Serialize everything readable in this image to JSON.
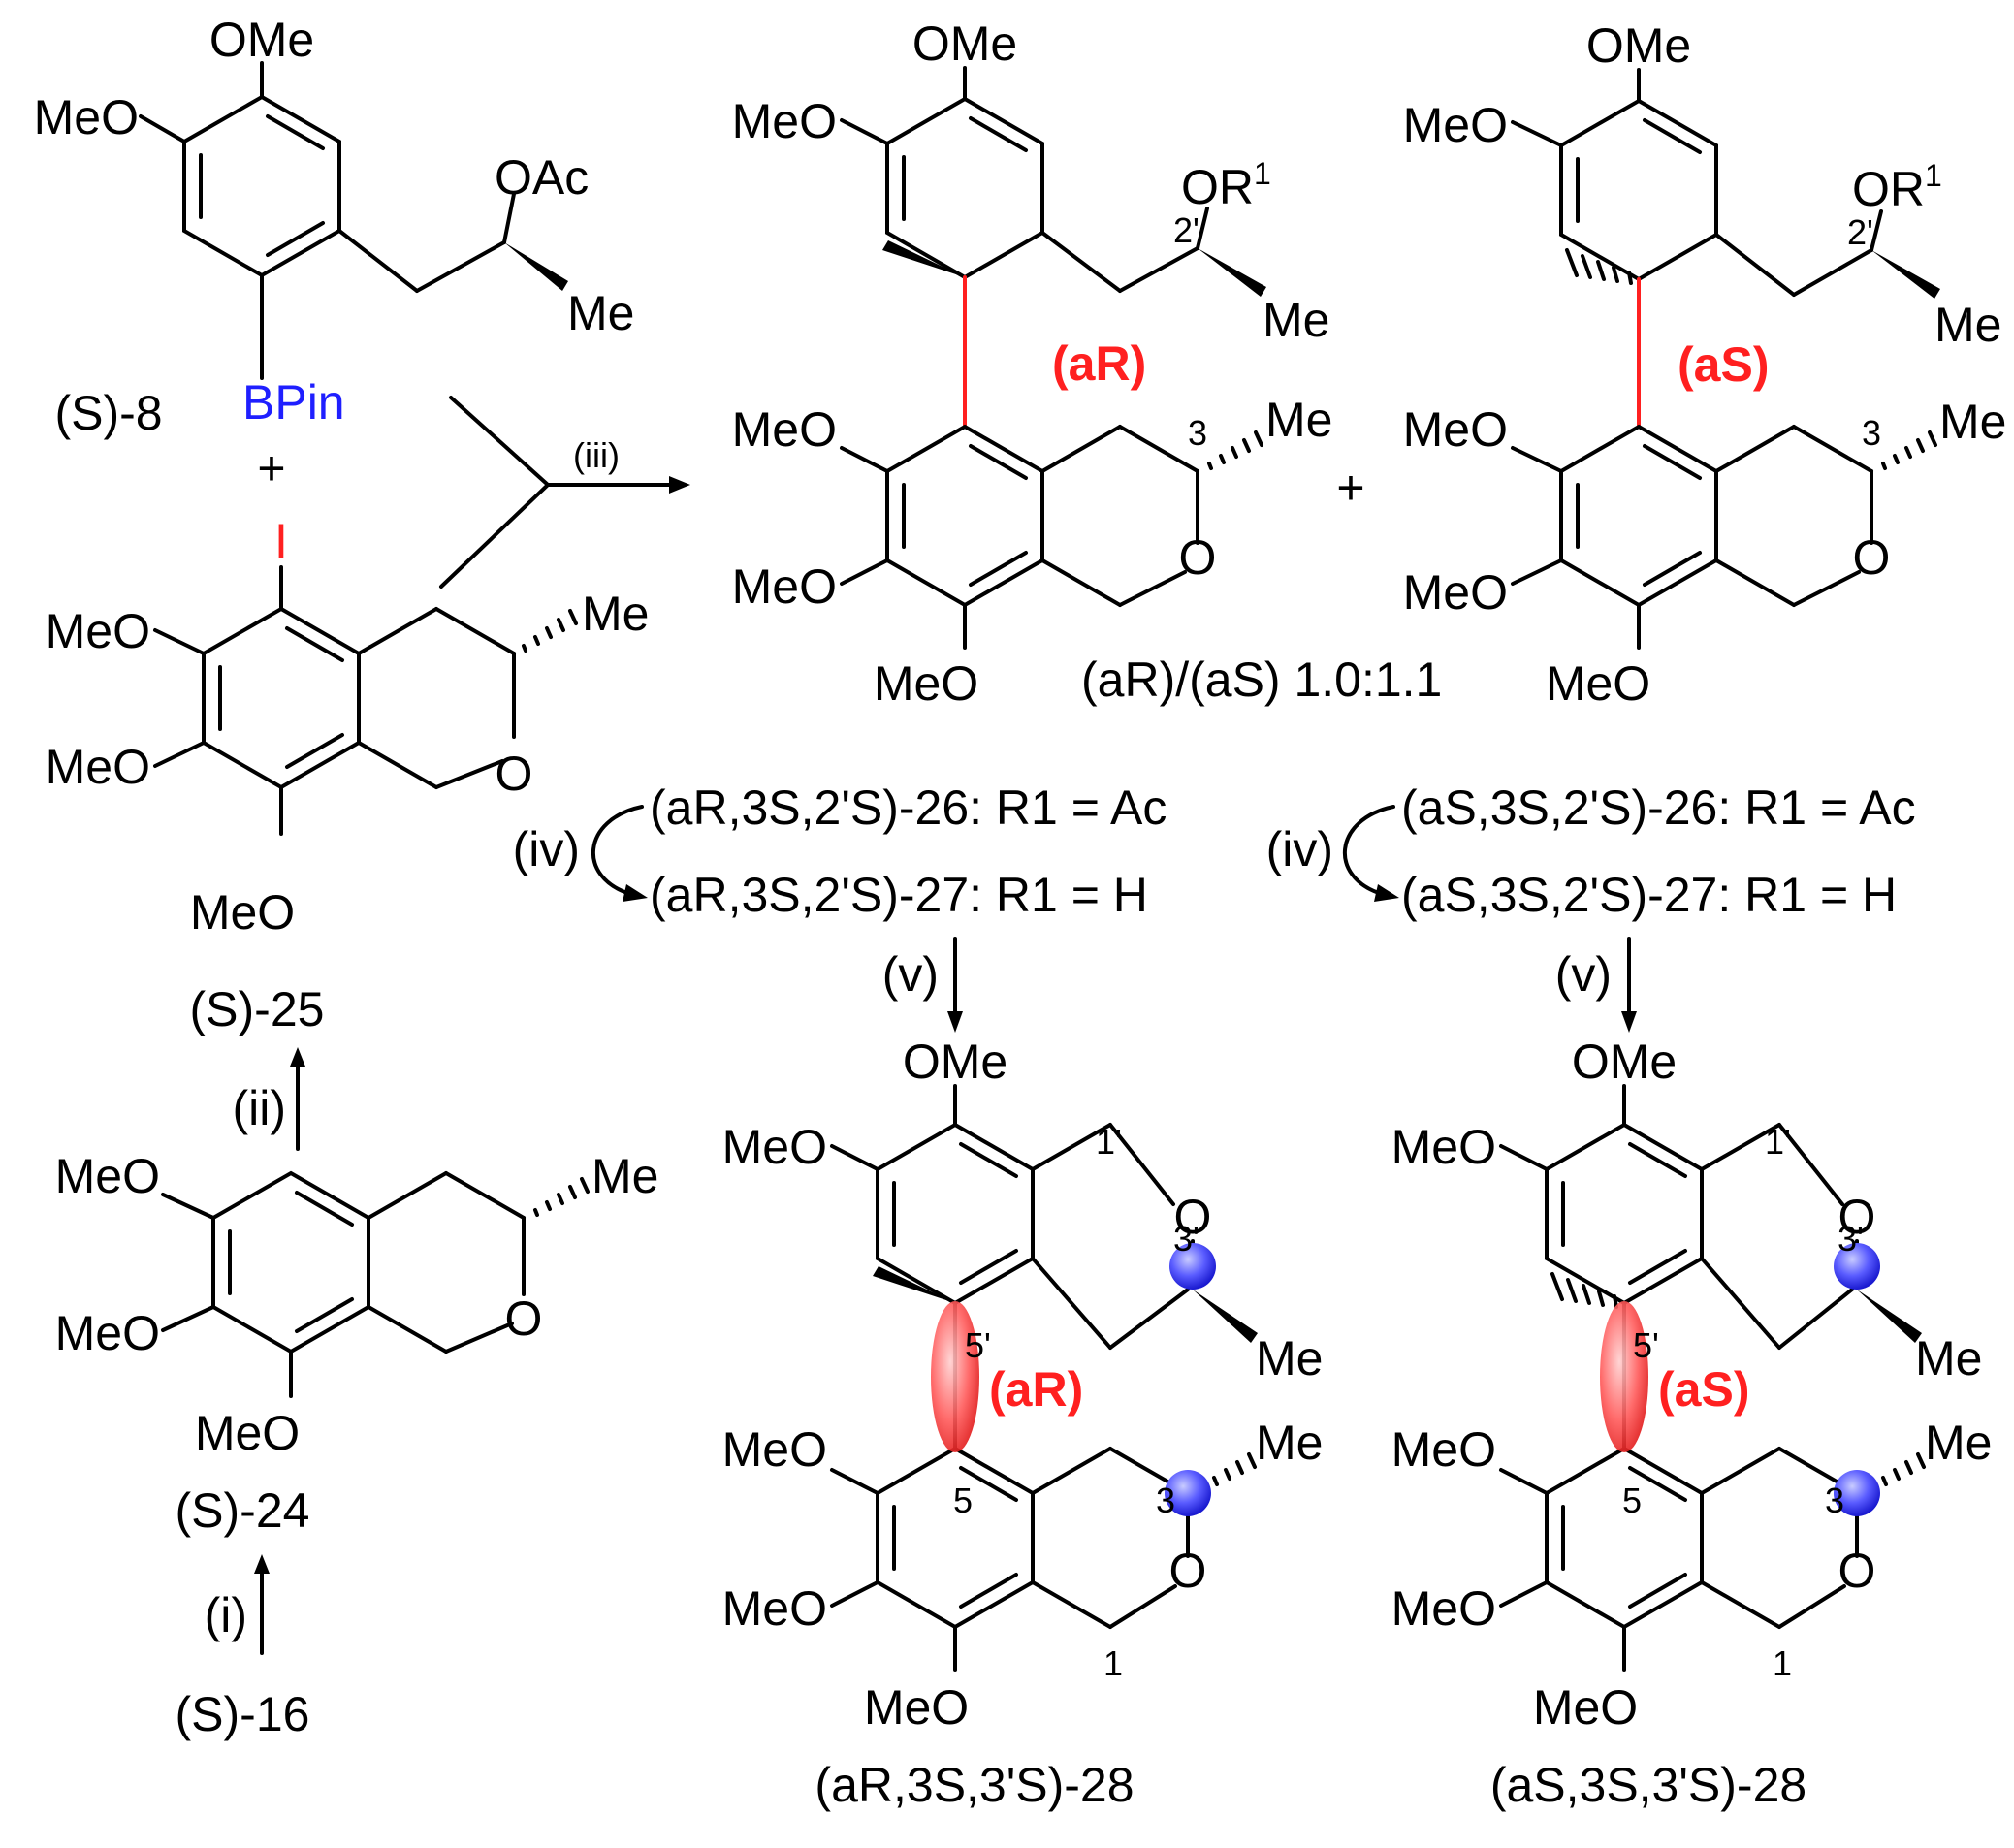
{
  "labels": {
    "ome": "OMe",
    "meo": "MeO",
    "me": "Me",
    "oac": "OAc",
    "or": "OR",
    "o": "O",
    "sup1": "1",
    "bpin": "BPin",
    "iodo": "I",
    "plus": "+"
  },
  "atom_numbers": {
    "n1": "1",
    "n1p": "1'",
    "n2p": "2'",
    "n3": "3",
    "n3p": "3'",
    "n5": "5",
    "n5p": "5'"
  },
  "axial_labels": {
    "aR": "aR",
    "aS": "aS"
  },
  "reagents": {
    "i": "(i)",
    "ii": "(ii)",
    "iii": "(iii)",
    "iv": "(iv)",
    "v": "(v)"
  },
  "compounds": {
    "c8": "(S)-8",
    "c25": "(S)-25",
    "c24": "(S)-24",
    "c16": "(S)-16",
    "ratio": "(aR)/(aS) 1.0:1.1",
    "c26_aR": "(aR,3S,2'S)-26: R1 = Ac",
    "c27_aR": "(aR,3S,2'S)-27: R1 = H",
    "c26_aS": "(aS,3S,2'S)-26: R1 = Ac",
    "c27_aS": "(aS,3S,2'S)-27: R1 = H",
    "c28_aR": "(aR,3S,3'S)-28",
    "c28_aS": "(aS,3S,3'S)-28"
  },
  "colors": {
    "bond": "#000000",
    "biaryl_axis": "#ff2020",
    "axis_highlight": "#ff3b3b",
    "stereocenter_highlight": "#3030ff",
    "boron": "#1f1fff",
    "iodine": "#ff2020"
  }
}
